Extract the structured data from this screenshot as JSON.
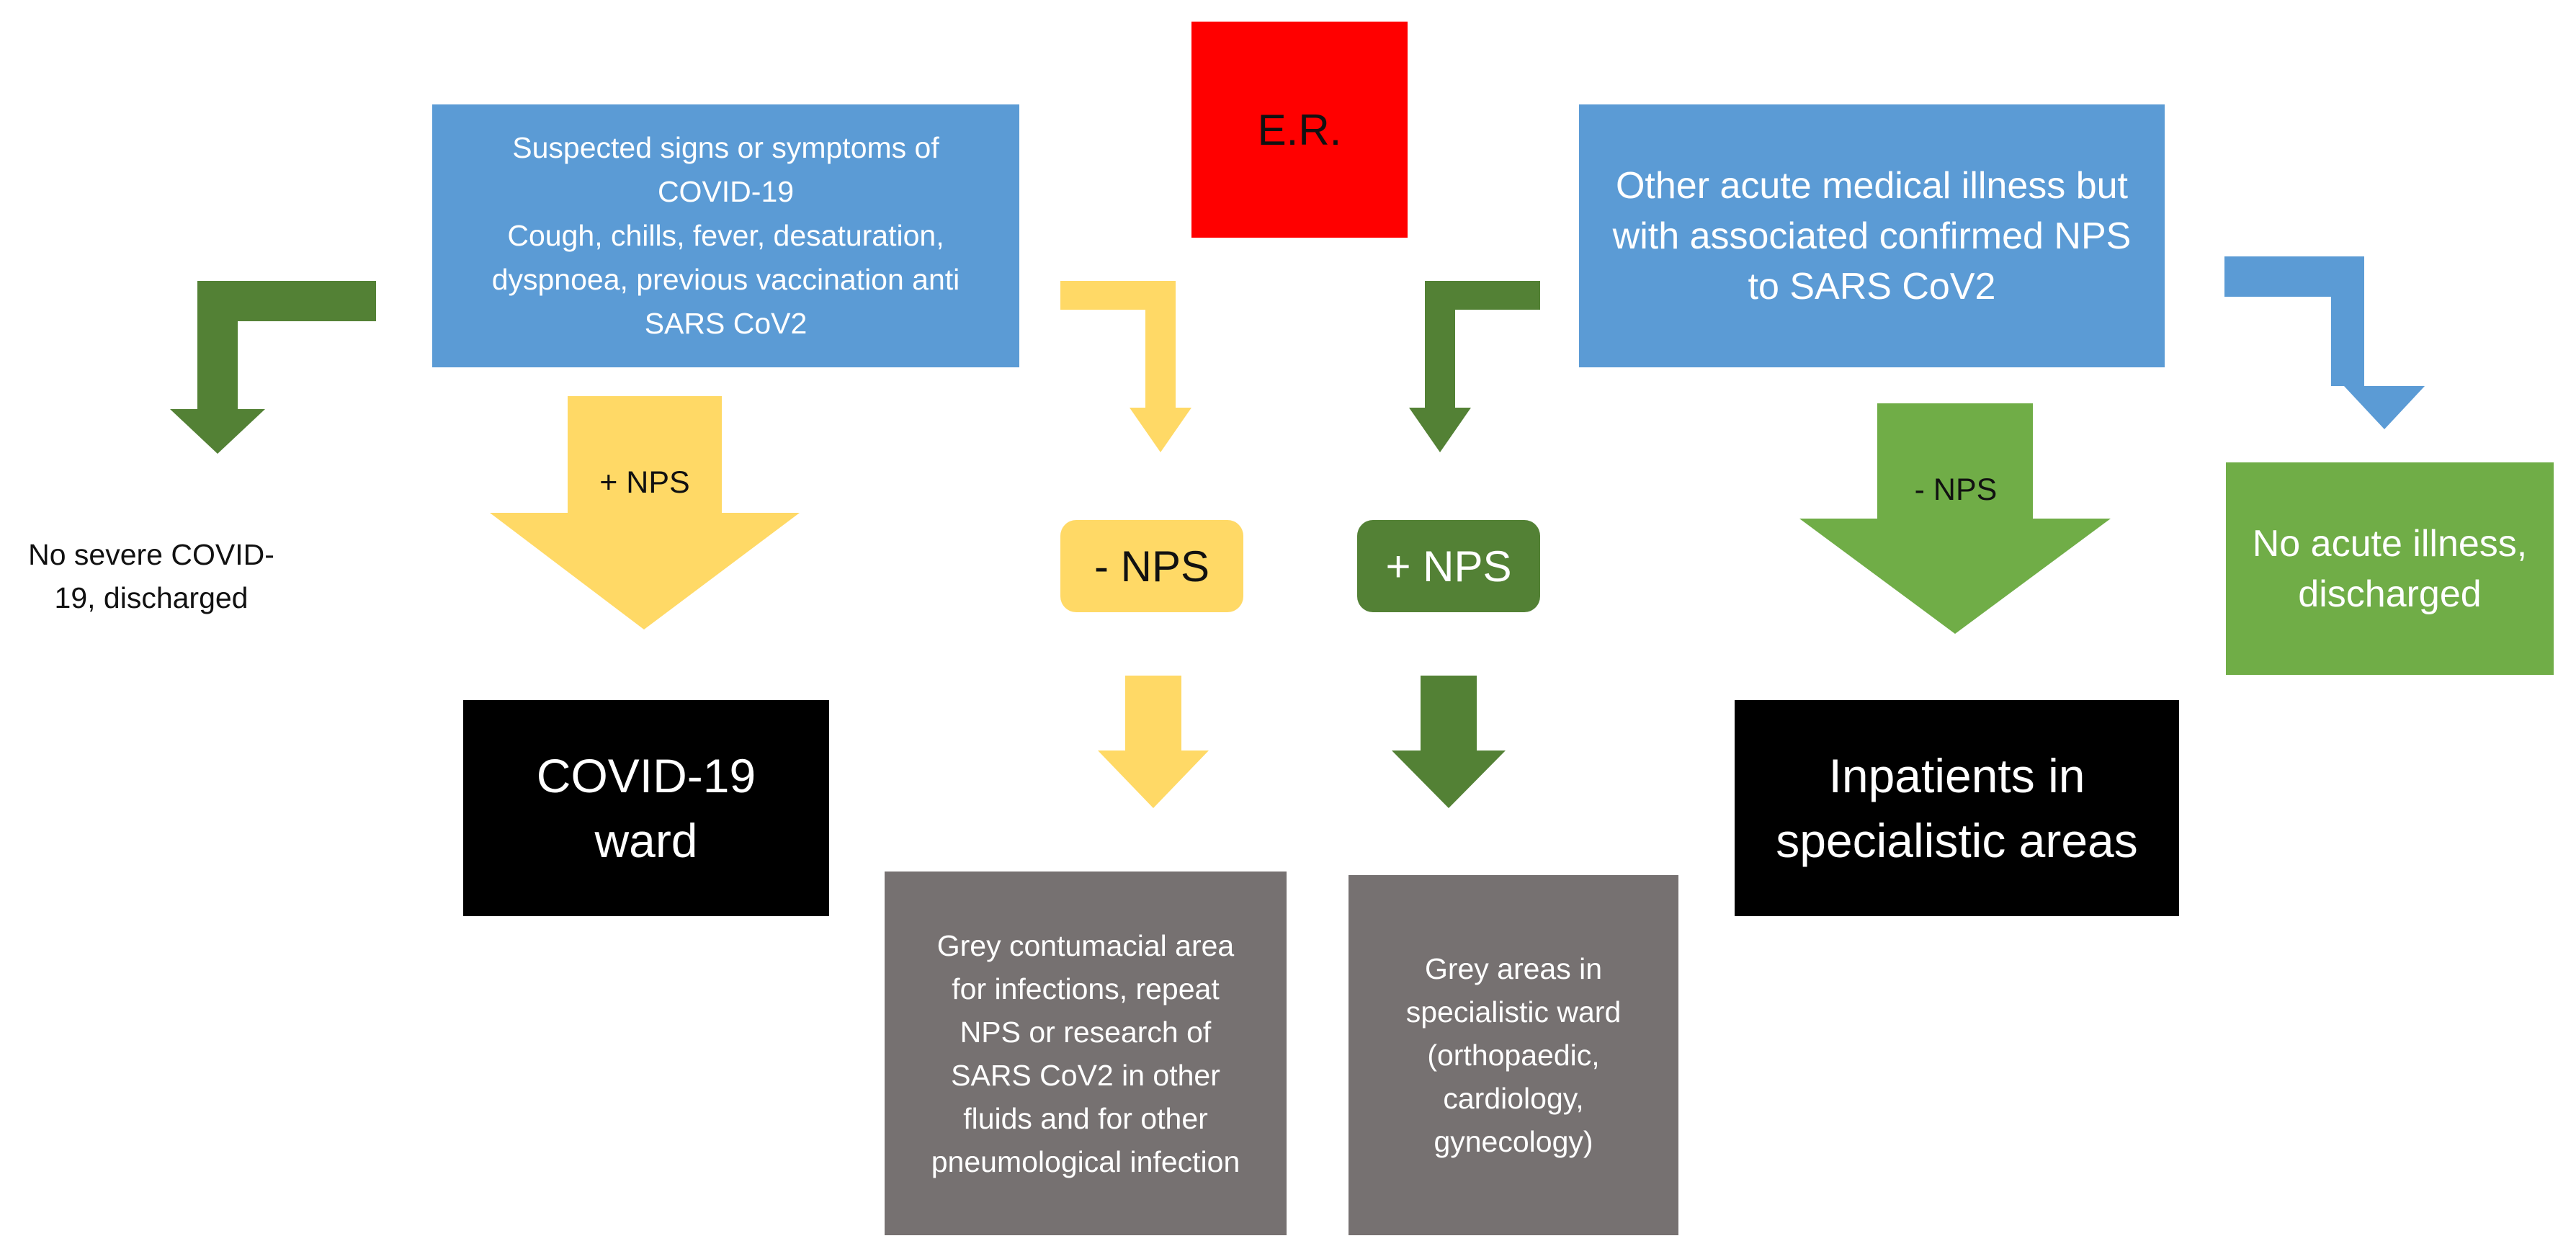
{
  "colors": {
    "er_red": "#ff0000",
    "blue": "#5b9bd5",
    "yellow": "#ffd966",
    "dark_green": "#538135",
    "light_green": "#70ad47",
    "black": "#000000",
    "grey": "#767171"
  },
  "nodes": {
    "er": "E.R.",
    "suspected": "Suspected signs or symptoms of\nCOVID-19\nCough, chills, fever, desaturation,\ndyspnoea, previous vaccination anti\nSARS CoV2",
    "other_illness": "Other acute medical illness but\nwith associated confirmed NPS\nto SARS CoV2",
    "no_severe": "No severe COVID-\n19, discharged",
    "neg_nps": "- NPS",
    "pos_nps": "+ NPS",
    "no_acute": "No acute illness,\ndischarged",
    "covid_ward": "COVID-19\nward",
    "inpatients": "Inpatients in\nspecialistic areas",
    "grey_contumacial": "Grey contumacial area\nfor infections, repeat\nNPS or research of\nSARS CoV2 in other\nfluids and for other\npneumological infection",
    "grey_areas": "Grey areas in\nspecialistic ward\n(orthopaedic,\ncardiology,\ngynecology)"
  },
  "arrows": {
    "plus_nps_label": "+ NPS",
    "minus_nps_label": "- NPS"
  }
}
